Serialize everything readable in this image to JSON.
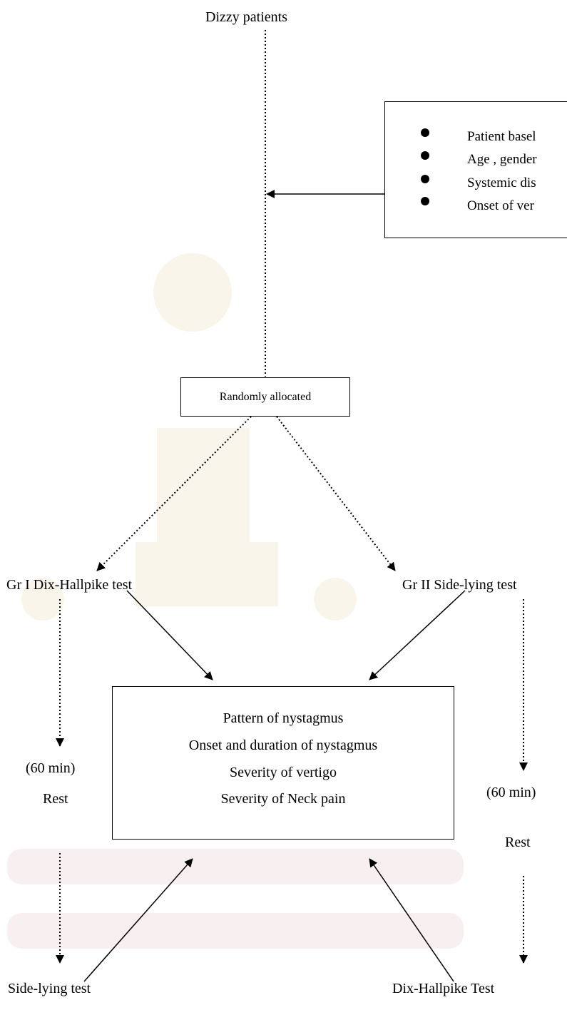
{
  "top_label": "Dizzy patients",
  "baseline_items": [
    "Patient basel",
    "Age , gender",
    "Systemic dis",
    "Onset of ver"
  ],
  "randomize_label": "Randomly allocated",
  "group1_label": "Gr I  Dix-Hallpike test",
  "group2_label": "Gr II Side-lying test",
  "outcomes": [
    "Pattern of nystagmus",
    "Onset and duration of nystagmus",
    "Severity of vertigo",
    "Severity of Neck pain"
  ],
  "left_wait": "(60 min)",
  "left_rest": "Rest",
  "right_wait": "(60 min)",
  "right_rest": "Rest",
  "left_final": "Side-lying test",
  "right_final": "Dix-Hallpike Test",
  "colors": {
    "line": "#000000",
    "watermark": "#d9c36a"
  }
}
